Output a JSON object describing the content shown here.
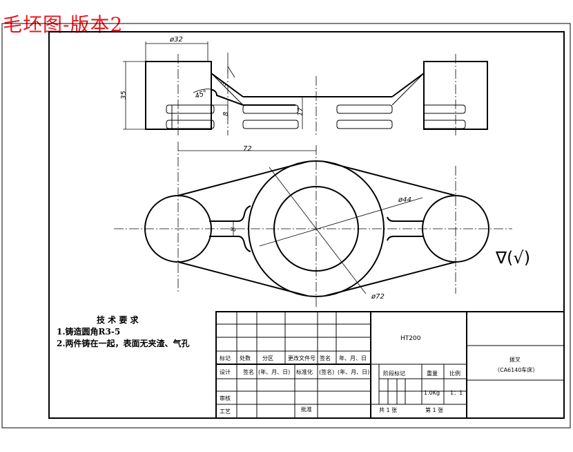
{
  "title": "毛坯图-版本2",
  "dimensions": {
    "d32": "ø32",
    "h35": "35",
    "a45": "45°",
    "r3": "3",
    "w8_top": "8",
    "w17": "17",
    "l72": "72",
    "d44": "ø44",
    "w8_front": "8",
    "d72": "ø72"
  },
  "roughness_symbol": "∇(√)",
  "tech_requirements": {
    "heading": "技 术 要 求",
    "items": [
      "1.铸造圆角R3-5",
      "2.两件铸在一起，表面无夹渣、气孔"
    ]
  },
  "title_block": {
    "material": "HT200",
    "part_name": "拨叉",
    "part_sub": "（CA6140车床）",
    "rev_headers": [
      "标记",
      "处数",
      "分区",
      "更改文件号",
      "签名",
      "年、月、日"
    ],
    "sig_row": [
      "设计",
      "签名",
      "(年、月、日)",
      "标准化",
      "(签名)",
      "(年、月、日)"
    ],
    "stage_label": "阶段标记",
    "weight_label": "重量",
    "scale_label": "比例",
    "weight": "1.0Kg",
    "scale": "1：1",
    "review": "审核",
    "process": "工艺",
    "approve": "批准",
    "sheets_total": "共 1 张",
    "sheet_no": "第 1 张"
  }
}
